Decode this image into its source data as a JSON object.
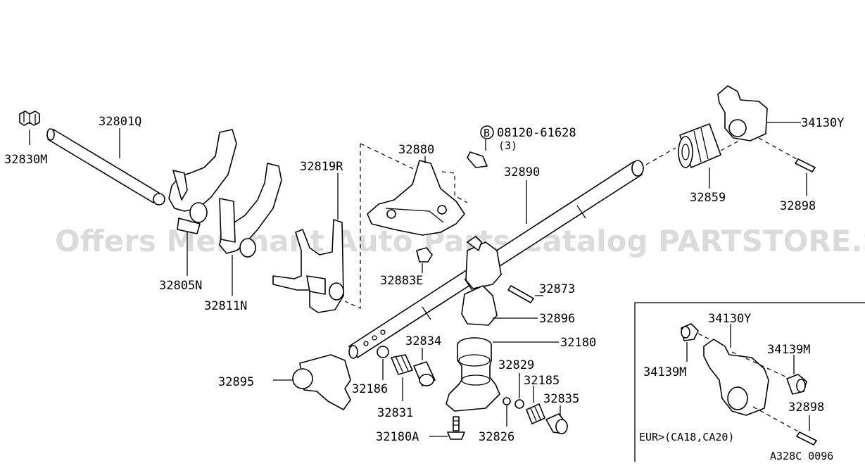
{
  "watermark": "Offers Merchant Auto Parts Catalog PARTSTORE.SA",
  "diagram_code": "A328C 0096",
  "bolt_symbol": "B",
  "bolt_qty": "(3)",
  "inset_label": "EUR>(CA18,CA20)",
  "parts": {
    "p32830M": "32830M",
    "p32801Q": "32801Q",
    "p32805N": "32805N",
    "p32811N": "32811N",
    "p32819R": "32819R",
    "p32880": "32880",
    "p32883E": "32883E",
    "p08120": "08120-61628",
    "p32890": "32890",
    "p32873": "32873",
    "p32896": "32896",
    "p32859": "32859",
    "p34130Y": "34130Y",
    "p32898": "32898",
    "p32895": "32895",
    "p32186": "32186",
    "p32834": "32834",
    "p32831": "32831",
    "p32180": "32180",
    "p32829": "32829",
    "p32185": "32185",
    "p32835": "32835",
    "p32826": "32826",
    "p32180A": "32180A",
    "inset_34130Y": "34130Y",
    "inset_34139M_left": "34139M",
    "inset_34139M_right": "34139M",
    "inset_32898": "32898"
  }
}
